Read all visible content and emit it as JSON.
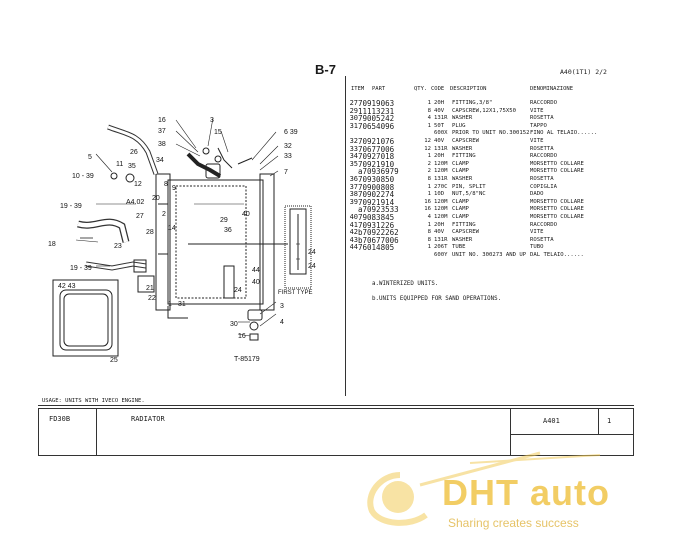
{
  "page": {
    "id": "B-7",
    "sheet_ref": "A40(1T1) 2/2"
  },
  "table": {
    "headers": {
      "item": "ITEM",
      "part": "PART",
      "qty": "QTY.",
      "code": "CODE",
      "desc": "DESCRIPTION",
      "den": "DENOMINAZIONE"
    },
    "rows": [
      {
        "item": "27",
        "part": "70919063",
        "qty": "1",
        "code": "20H",
        "desc": "FITTING,3/8\"",
        "den": "RACCORDO"
      },
      {
        "item": "29",
        "part": "11113231",
        "qty": "8",
        "code": "40V",
        "desc": "CAPSCREW,12X1,75X50",
        "den": "VITE"
      },
      {
        "item": "30",
        "part": "79005242",
        "qty": "4",
        "code": "131R",
        "desc": "WASHER",
        "den": "ROSETTA"
      },
      {
        "item": "31",
        "part": "70654096",
        "qty": "1",
        "code": "50T",
        "desc": "PLUG",
        "den": "TAPPO"
      },
      {
        "item": "",
        "part": "",
        "qty": "",
        "code": "600X",
        "desc": "PRIOR TO UNIT NO.300152",
        "den": "FINO AL TELAIO......"
      },
      {
        "item": "32",
        "part": "70921076",
        "qty": "12",
        "code": "40V",
        "desc": "CAPSCREW",
        "den": "VITE"
      },
      {
        "item": "33",
        "part": "70677006",
        "qty": "12",
        "code": "131R",
        "desc": "WASHER",
        "den": "ROSETTA"
      },
      {
        "item": "34",
        "part": "70927018",
        "qty": "1",
        "code": "20H",
        "desc": "FITTING",
        "den": "RACCORDO"
      },
      {
        "item": "35",
        "part": "70921910",
        "qty": "2",
        "code": "120M",
        "desc": "CLAMP",
        "den": "MORSETTO COLLARE"
      },
      {
        "item": "",
        "part": "a70936979",
        "qty": "2",
        "code": "120M",
        "desc": "CLAMP",
        "den": "MORSETTO COLLARE"
      },
      {
        "item": "36",
        "part": "70930850",
        "qty": "8",
        "code": "131R",
        "desc": "WASHER",
        "den": "ROSETTA"
      },
      {
        "item": "37",
        "part": "70900808",
        "qty": "1",
        "code": "270C",
        "desc": "PIN, SPLIT",
        "den": "COPIGLIA"
      },
      {
        "item": "38",
        "part": "70902274",
        "qty": "1",
        "code": "10D",
        "desc": "NUT,5/8\"NC",
        "den": "DADO"
      },
      {
        "item": "39",
        "part": "70921914",
        "qty": "16",
        "code": "120M",
        "desc": "CLAMP",
        "den": "MORSETTO COLLARE"
      },
      {
        "item": "",
        "part": "a70923533",
        "qty": "16",
        "code": "120M",
        "desc": "CLAMP",
        "den": "MORSETTO COLLARE"
      },
      {
        "item": "40",
        "part": "79083845",
        "qty": "4",
        "code": "120M",
        "desc": "CLAMP",
        "den": "MORSETTO COLLARE"
      },
      {
        "item": "41",
        "part": "70931226",
        "qty": "1",
        "code": "20H",
        "desc": "FITTING",
        "den": "RACCORDO"
      },
      {
        "item": "42",
        "part": "b70922262",
        "qty": "8",
        "code": "40V",
        "desc": "CAPSCREW",
        "den": "VITE"
      },
      {
        "item": "43",
        "part": "b70677006",
        "qty": "8",
        "code": "131R",
        "desc": "WASHER",
        "den": "ROSETTA"
      },
      {
        "item": "44",
        "part": "76014805",
        "qty": "1",
        "code": "206T",
        "desc": "TUBE",
        "den": "TUBO"
      },
      {
        "item": "",
        "part": "",
        "qty": "",
        "code": "600Y",
        "desc": "UNIT NO. 300273 AND UP",
        "den": "DAL TELAIO......"
      }
    ],
    "notes": [
      "a.WINTERIZED UNITS.",
      "b.UNITS EQUIPPED FOR SAND OPERATIONS."
    ]
  },
  "diagram": {
    "drawing_no": "T-85179",
    "first_type_label": "FIRST TYPE",
    "callouts": [
      "16",
      "37",
      "38",
      "3",
      "15",
      "6 39",
      "5",
      "11",
      "35",
      "26",
      "34",
      "32",
      "33",
      "7",
      "10 - 39",
      "8",
      "9",
      "12",
      "A4.02",
      "19 - 39",
      "27",
      "20",
      "2",
      "28",
      "14",
      "18",
      "23",
      "19 - 39",
      "21",
      "22",
      "1",
      "31",
      "29",
      "36",
      "40",
      "24",
      "44",
      "40",
      "3",
      "30",
      "4",
      "16",
      "24",
      "24",
      "42",
      "43",
      "25"
    ]
  },
  "usage": "USAGE: UNITS WITH IVECO ENGINE.",
  "title_block": {
    "code": "FD30B",
    "name": "RADIATOR",
    "group": "A401",
    "sheet": "1"
  },
  "watermark": {
    "brand": "DHT auto",
    "tagline": "Sharing creates success"
  }
}
